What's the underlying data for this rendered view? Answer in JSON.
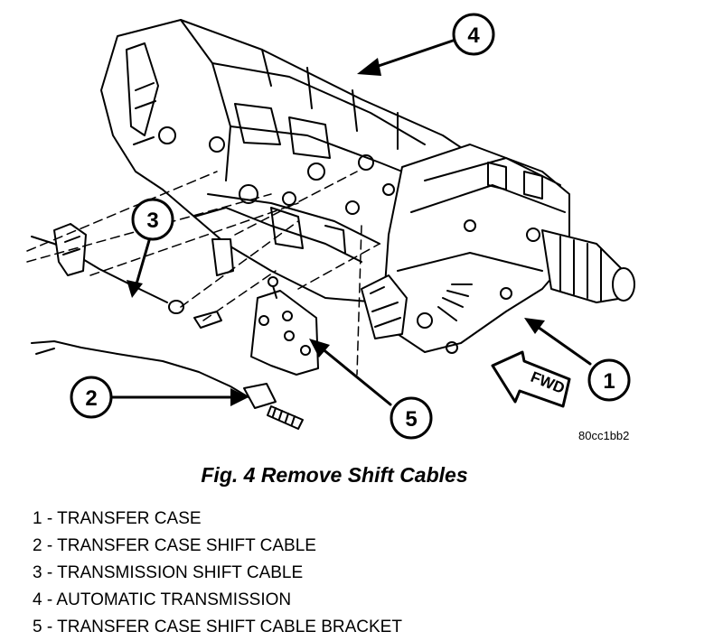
{
  "figure": {
    "callouts": [
      "4",
      "3",
      "2",
      "5",
      "1"
    ],
    "fwd_label": "FWD",
    "image_code": "80cc1bb2"
  },
  "caption": "Fig. 4 Remove Shift Cables",
  "legend": [
    {
      "num": "1",
      "sep": " - ",
      "text": "TRANSFER CASE"
    },
    {
      "num": "2",
      "sep": " - ",
      "text": "TRANSFER CASE SHIFT CABLE"
    },
    {
      "num": "3",
      "sep": " - ",
      "text": "TRANSMISSION SHIFT CABLE"
    },
    {
      "num": "4",
      "sep": " - ",
      "text": "AUTOMATIC TRANSMISSION"
    },
    {
      "num": "5",
      "sep": " - ",
      "text": "TRANSFER CASE SHIFT CABLE BRACKET"
    }
  ]
}
